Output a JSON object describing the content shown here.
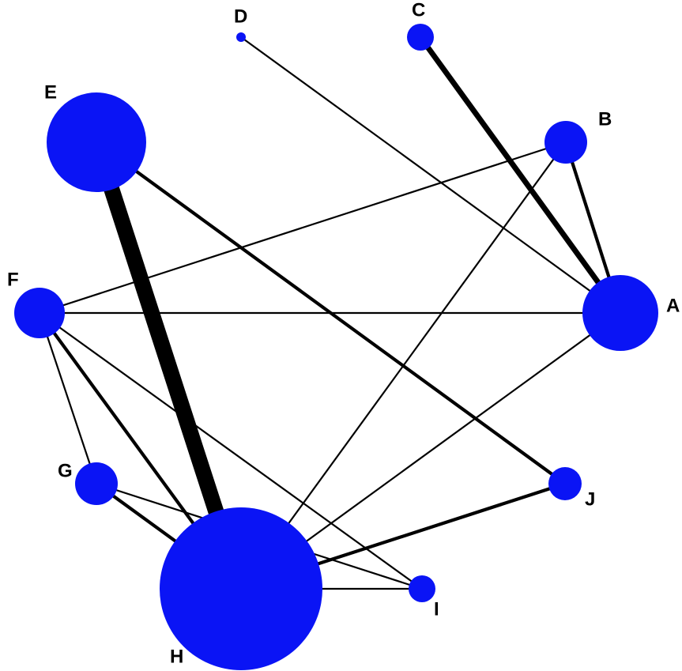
{
  "colors": {
    "node_fill": "#0a14f5",
    "edge_stroke": "#000000",
    "background": "#ffffff",
    "label": "#000000"
  },
  "nodes": [
    {
      "id": "A",
      "label": "A"
    },
    {
      "id": "B",
      "label": "B"
    },
    {
      "id": "C",
      "label": "C"
    },
    {
      "id": "D",
      "label": "D"
    },
    {
      "id": "E",
      "label": "E"
    },
    {
      "id": "F",
      "label": "F"
    },
    {
      "id": "G",
      "label": "G"
    },
    {
      "id": "H",
      "label": "H"
    },
    {
      "id": "I",
      "label": "I"
    },
    {
      "id": "J",
      "label": "J"
    }
  ],
  "edges": [
    {
      "from": "E",
      "to": "H",
      "weight": 8
    },
    {
      "from": "C",
      "to": "A",
      "weight": 3
    },
    {
      "from": "B",
      "to": "A",
      "weight": 2
    },
    {
      "from": "E",
      "to": "J",
      "weight": 2
    },
    {
      "from": "H",
      "to": "J",
      "weight": 2
    },
    {
      "from": "G",
      "to": "H",
      "weight": 2
    },
    {
      "from": "F",
      "to": "H",
      "weight": 2
    },
    {
      "from": "D",
      "to": "A",
      "weight": 1
    },
    {
      "from": "F",
      "to": "B",
      "weight": 1
    },
    {
      "from": "F",
      "to": "A",
      "weight": 1
    },
    {
      "from": "H",
      "to": "B",
      "weight": 1
    },
    {
      "from": "H",
      "to": "A",
      "weight": 1
    },
    {
      "from": "F",
      "to": "G",
      "weight": 1
    },
    {
      "from": "F",
      "to": "I",
      "weight": 1
    },
    {
      "from": "G",
      "to": "I",
      "weight": 1
    },
    {
      "from": "H",
      "to": "I",
      "weight": 1
    }
  ]
}
